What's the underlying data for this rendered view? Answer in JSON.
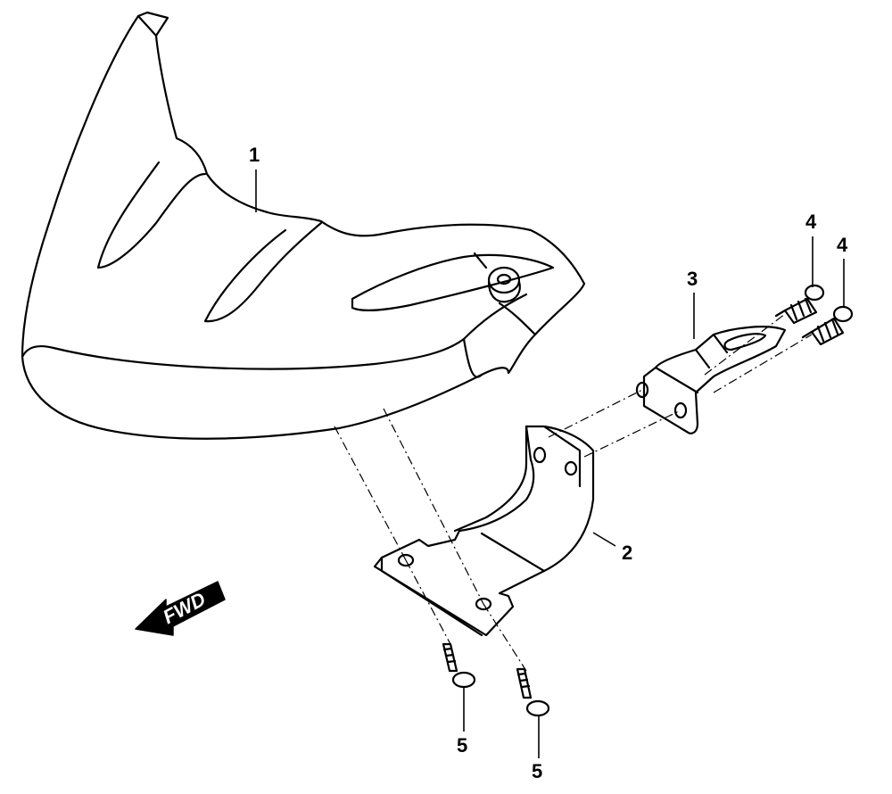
{
  "diagram": {
    "callouts": [
      {
        "id": "1",
        "label": "1"
      },
      {
        "id": "2",
        "label": "2"
      },
      {
        "id": "3",
        "label": "3"
      },
      {
        "id": "4a",
        "label": "4"
      },
      {
        "id": "4b",
        "label": "4"
      },
      {
        "id": "5a",
        "label": "5"
      },
      {
        "id": "5b",
        "label": "5"
      }
    ],
    "direction_arrow": {
      "label": "FWD"
    }
  },
  "colors": {
    "line": "#000000",
    "background": "#ffffff",
    "arrow_fill": "#000000"
  }
}
